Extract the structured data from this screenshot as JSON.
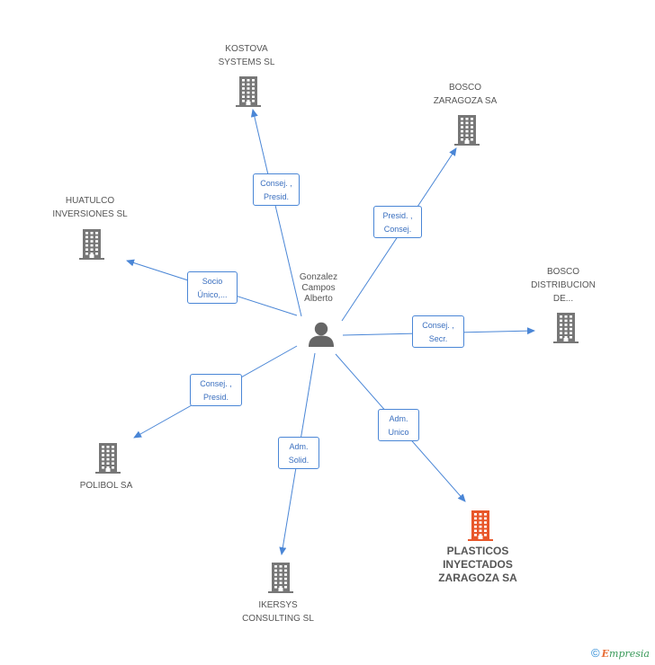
{
  "center": {
    "label": "Gonzalez\nCampos\nAlberto"
  },
  "companies": [
    {
      "id": "kostova",
      "label": "KOSTOVA\nSYSTEMS SL",
      "highlight": false
    },
    {
      "id": "bosco-zaragoza",
      "label": "BOSCO\nZARAGOZA SA",
      "highlight": false
    },
    {
      "id": "huatulco",
      "label": "HUATULCO\nINVERSIONES SL",
      "highlight": false
    },
    {
      "id": "bosco-distribucion",
      "label": "BOSCO\nDISTRIBUCION\nDE...",
      "highlight": false
    },
    {
      "id": "polibol",
      "label": "POLIBOL SA",
      "highlight": false
    },
    {
      "id": "plasticos",
      "label": "PLASTICOS\nINYECTADOS\nZARAGOZA SA",
      "highlight": true
    },
    {
      "id": "ikersys",
      "label": "IKERSYS\nCONSULTING SL",
      "highlight": false
    }
  ],
  "edges": [
    {
      "to": "kostova",
      "label": "Consej. ,\nPresid."
    },
    {
      "to": "bosco-zaragoza",
      "label": "Presid. ,\nConsej."
    },
    {
      "to": "huatulco",
      "label": "Socio\nÚnico,..."
    },
    {
      "to": "bosco-distribucion",
      "label": "Consej. ,\nSecr."
    },
    {
      "to": "polibol",
      "label": "Consej. ,\nPresid."
    },
    {
      "to": "plasticos",
      "label": "Adm.\nUnico"
    },
    {
      "to": "ikersys",
      "label": "Adm.\nSolid."
    }
  ],
  "colors": {
    "edge": "#4a86d6",
    "building": "#777777",
    "building_highlight": "#e8572a",
    "person": "#666666"
  },
  "footer": {
    "copyright": "©",
    "brand_first": "E",
    "brand_rest": "mpresia"
  }
}
